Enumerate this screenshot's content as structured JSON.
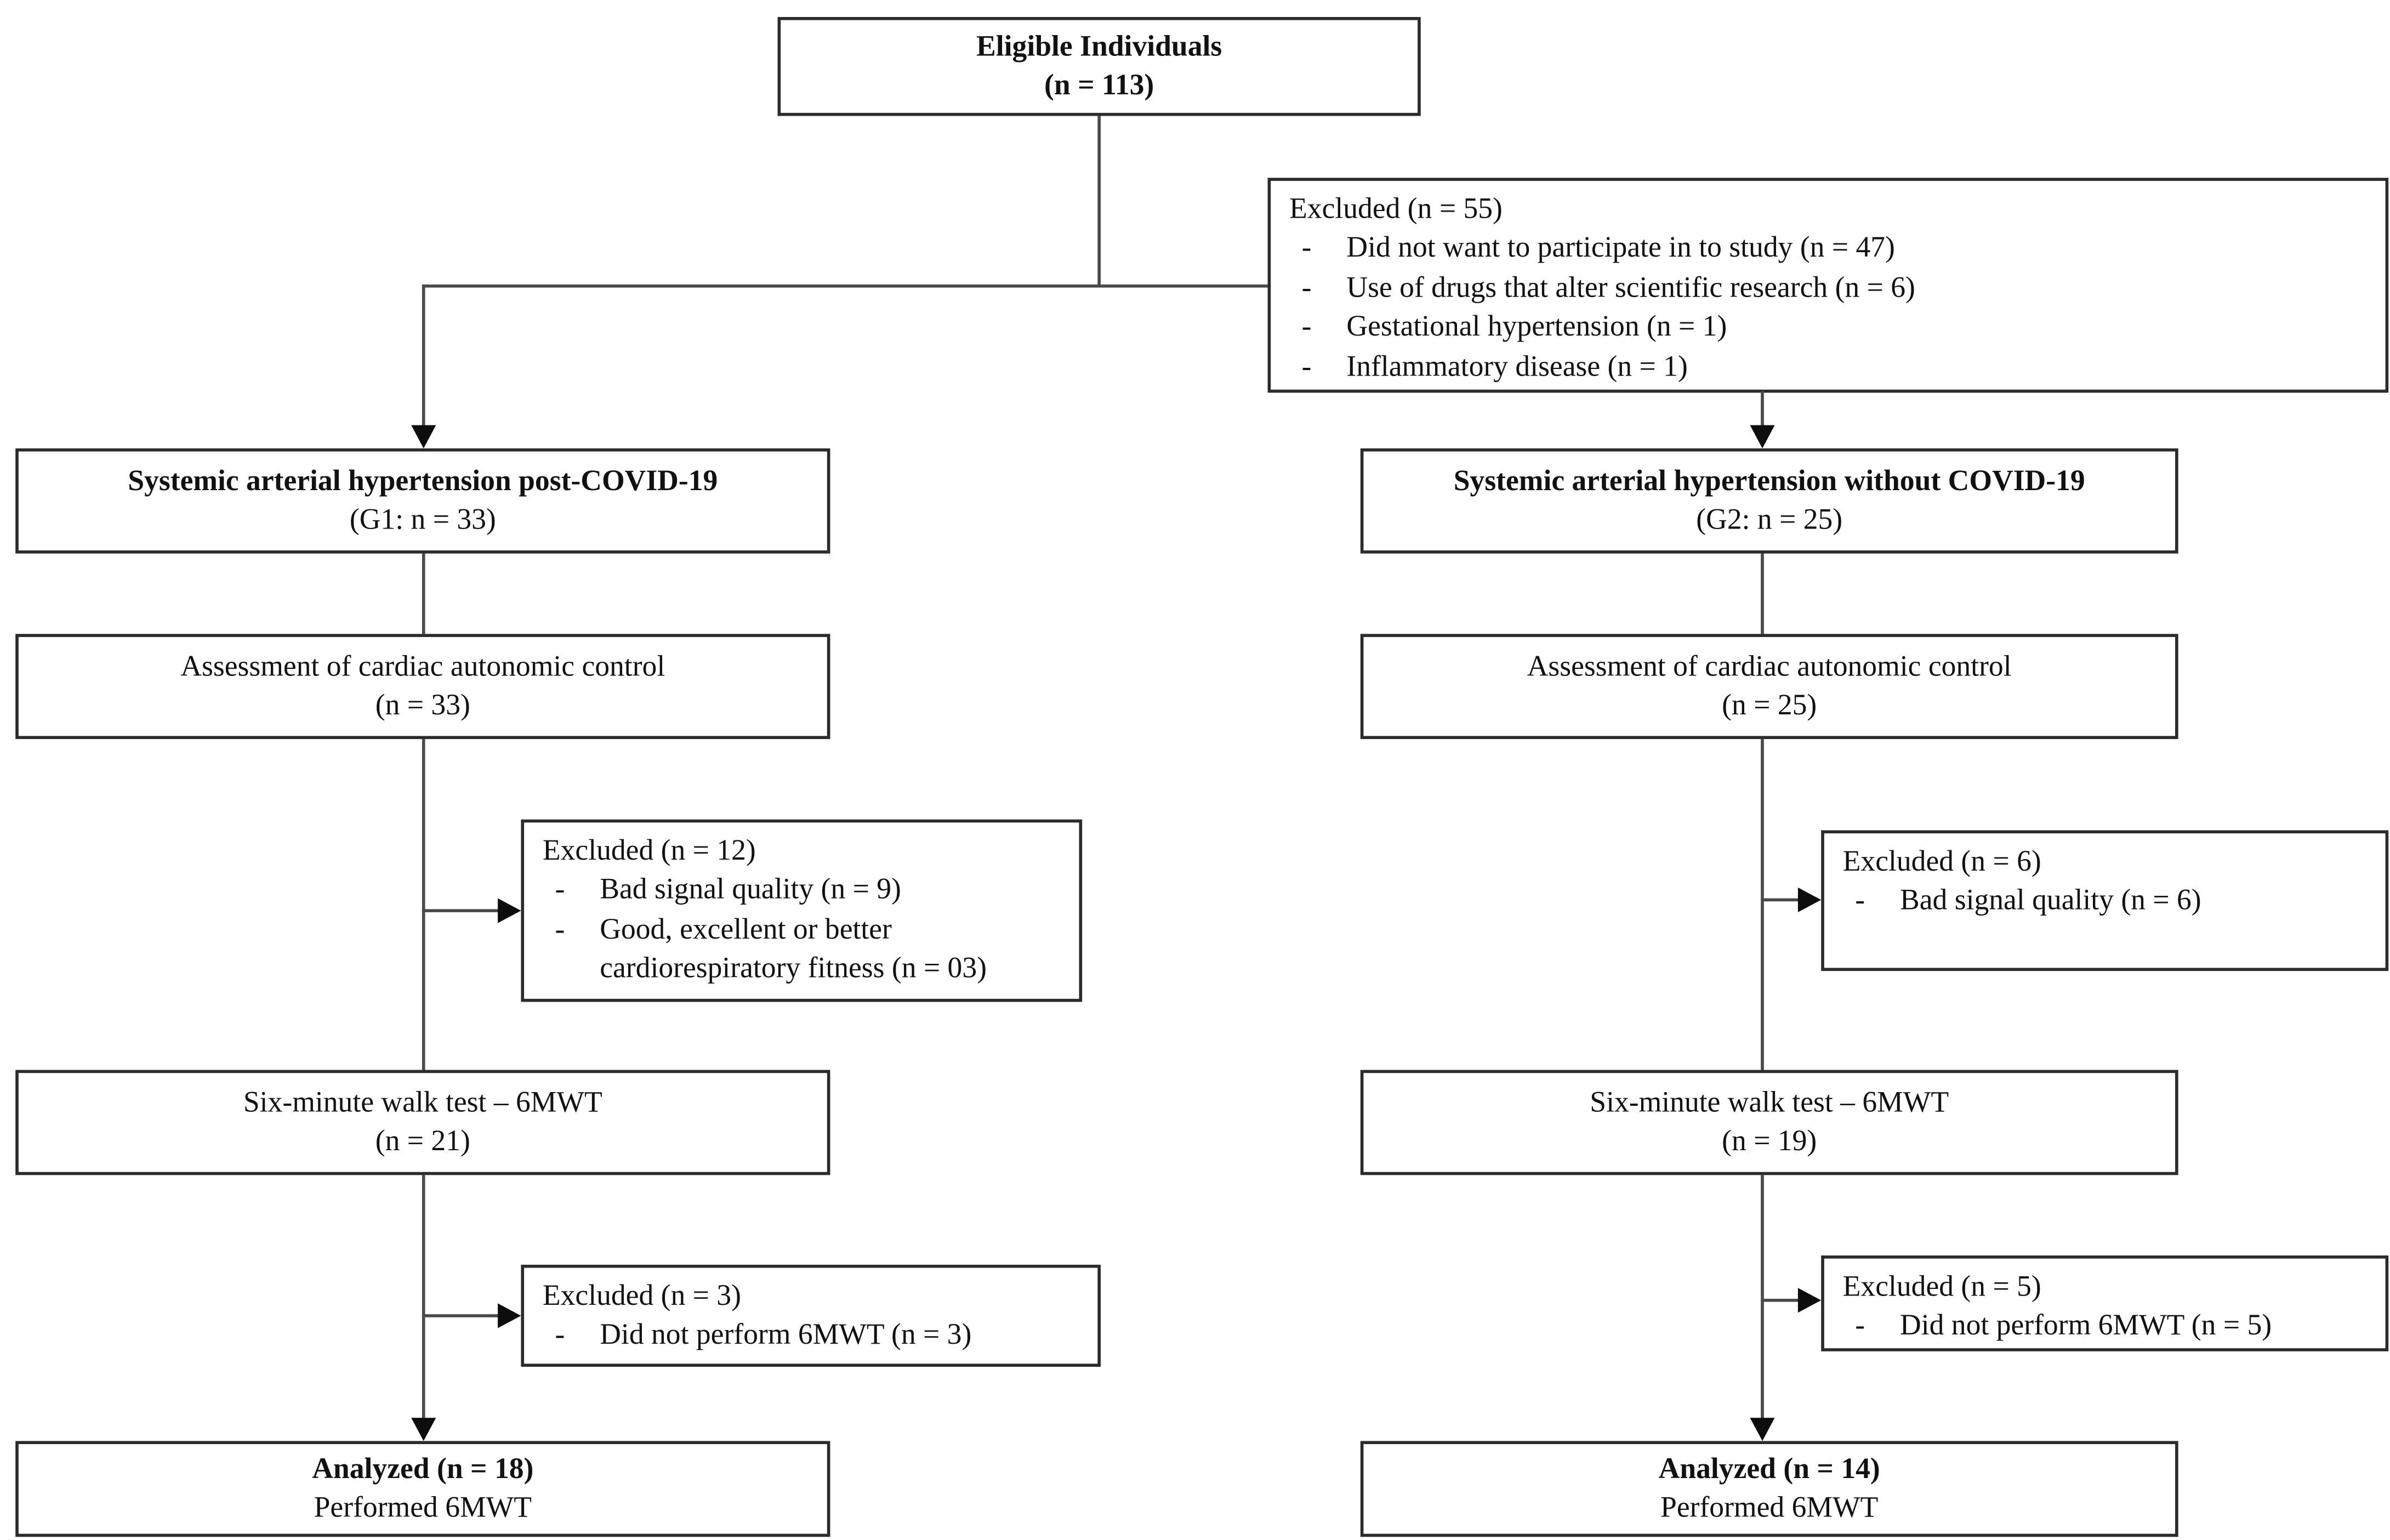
{
  "diagram": {
    "eligible": {
      "line1": "Eligible Individuals",
      "line2": "(n = 113)"
    },
    "excluded_screening": {
      "title": "Excluded (n = 55)",
      "items": [
        "Did not want to participate in to study (n = 47)",
        "Use of drugs that alter scientific research (n = 6)",
        "Gestational hypertension (n = 1)",
        "Inflammatory disease (n = 1)"
      ]
    },
    "g1": {
      "line1": "Systemic arterial hypertension post-COVID-19",
      "line2": "(G1: n = 33)"
    },
    "g2": {
      "line1": "Systemic arterial hypertension without COVID-19",
      "line2": "(G2: n = 25)"
    },
    "assessment_g1": {
      "line1": "Assessment of cardiac autonomic control",
      "line2": "(n = 33)"
    },
    "assessment_g2": {
      "line1": "Assessment of cardiac autonomic control",
      "line2": "(n = 25)"
    },
    "excluded_g1_assessment": {
      "title": "Excluded (n = 12)",
      "items": [
        "Bad signal quality (n = 9)",
        "Good, excellent or better cardiorespiratory fitness (n = 03)"
      ]
    },
    "excluded_g2_assessment": {
      "title": "Excluded (n = 6)",
      "items": [
        "Bad signal quality (n = 6)"
      ]
    },
    "walk_test_g1": {
      "line1": "Six-minute walk test – 6MWT",
      "line2": "(n = 21)"
    },
    "walk_test_g2": {
      "line1": "Six-minute walk test – 6MWT",
      "line2": "(n = 19)"
    },
    "excluded_g1_walk": {
      "title": "Excluded (n = 3)",
      "items": [
        "Did not perform 6MWT (n = 3)"
      ]
    },
    "excluded_g2_walk": {
      "title": "Excluded (n = 5)",
      "items": [
        "Did not perform 6MWT (n = 5)"
      ]
    },
    "analyzed_g1": {
      "line1": "Analyzed (n = 18)",
      "line2": "Performed 6MWT"
    },
    "analyzed_g2": {
      "line1": "Analyzed (n = 14)",
      "line2": "Performed 6MWT"
    },
    "bullet_char": "-",
    "colors": {
      "line": "#4a4a4a",
      "border": "#2b2b2b",
      "text": "#111111"
    }
  }
}
